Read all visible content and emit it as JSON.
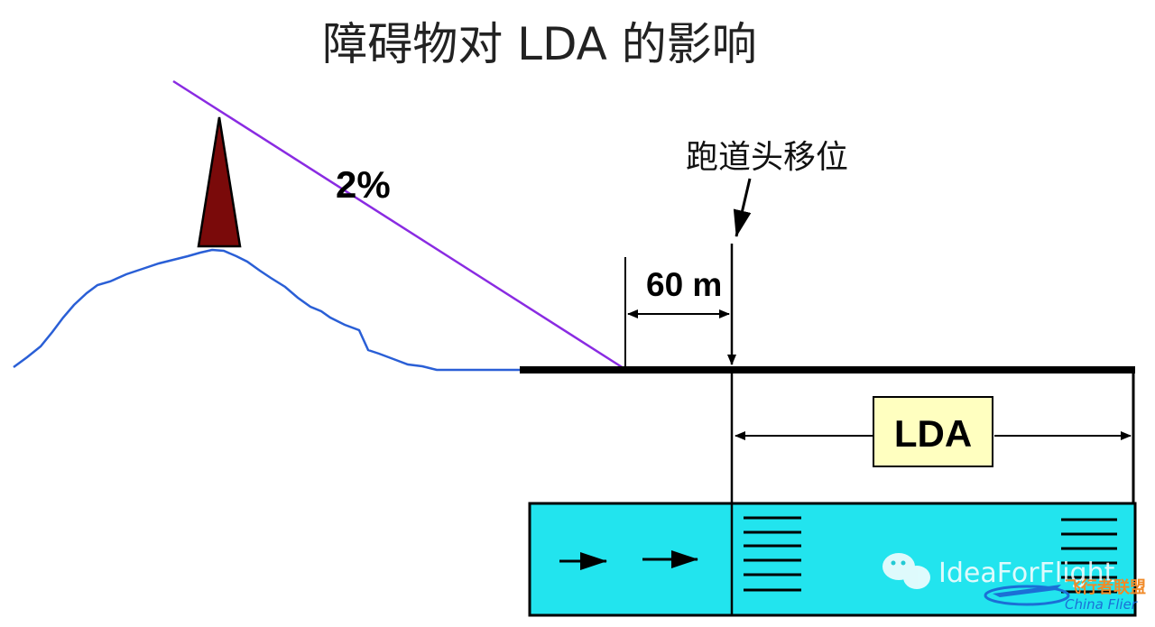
{
  "title": "障碍物对 LDA 的影响",
  "slope_label": "2%",
  "displacement_label": "跑道头移位",
  "distance_label": "60 m",
  "lda_label": "LDA",
  "watermark": {
    "text": "IdeaForFlight",
    "cn": "飞行者联盟",
    "en": "China Flier"
  },
  "colors": {
    "obstacle": "#7a0a0a",
    "terrain": "#2a5fd6",
    "slope_line": "#8a2be2",
    "runway_fill": "#22e4ee",
    "lda_box": "#ffffc0"
  }
}
